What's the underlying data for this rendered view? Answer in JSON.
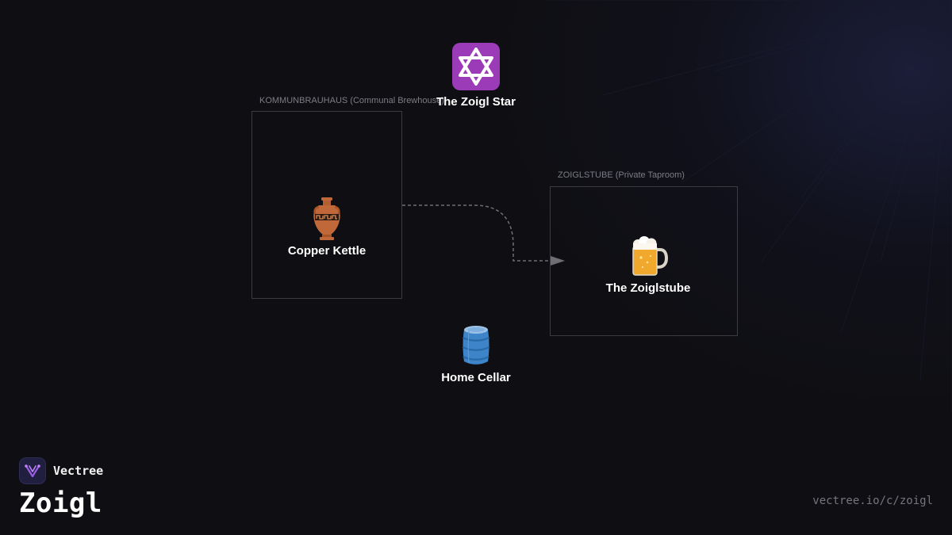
{
  "groups": [
    {
      "label": "KOMMUNBRAUHAUS (Communal Brewhouse)"
    },
    {
      "label": "ZOIGLSTUBE (Private Taproom)"
    }
  ],
  "nodes": {
    "zoigl_star": {
      "label": "The Zoigl Star",
      "icon": "six-pointed-star-icon",
      "color": "#9b3bb8"
    },
    "copper_kettle": {
      "label": "Copper Kettle",
      "icon": "amphora-icon",
      "color": "#c0683a"
    },
    "zoiglstube": {
      "label": "The Zoiglstube",
      "icon": "beer-mug-icon",
      "color": "#f0a92c"
    },
    "home_cellar": {
      "label": "Home Cellar",
      "icon": "barrel-icon",
      "color": "#3d84c9"
    }
  },
  "edges": [
    {
      "from": "copper_kettle",
      "to": "zoiglstube",
      "style": "dashed"
    }
  ],
  "brand": {
    "name": "Vectree",
    "title": "Zoigl"
  },
  "footer": {
    "url": "vectree.io/c/zoigl"
  },
  "colors": {
    "background": "#0f0f13",
    "box_border": "#3b3b40",
    "edge": "#6e6e74",
    "accent": "#7a3bd0"
  }
}
